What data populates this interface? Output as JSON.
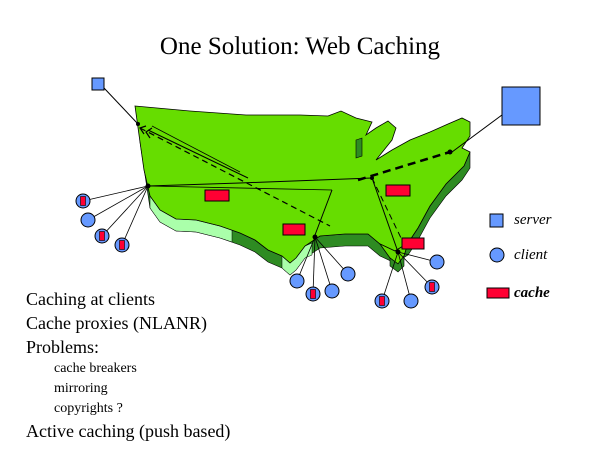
{
  "title": "One Solution: Web Caching",
  "legend": {
    "server_label": "server",
    "client_label": "client",
    "cache_label": "cache"
  },
  "bullets": {
    "item1": "Caching at clients",
    "item2": "Cache proxies (NLANR)",
    "item3": "Problems:",
    "sub_items": [
      "cache breakers",
      "mirroring",
      "copyrights ?"
    ],
    "item4": "Active caching (push based)"
  },
  "colors": {
    "map_fill": "#66dd00",
    "map_shadow": "#2e8b22",
    "coast_edge": "#aaffaa",
    "server": "#6699ff",
    "client": "#6699ff",
    "cache": "#ff0033",
    "line": "#000000"
  }
}
